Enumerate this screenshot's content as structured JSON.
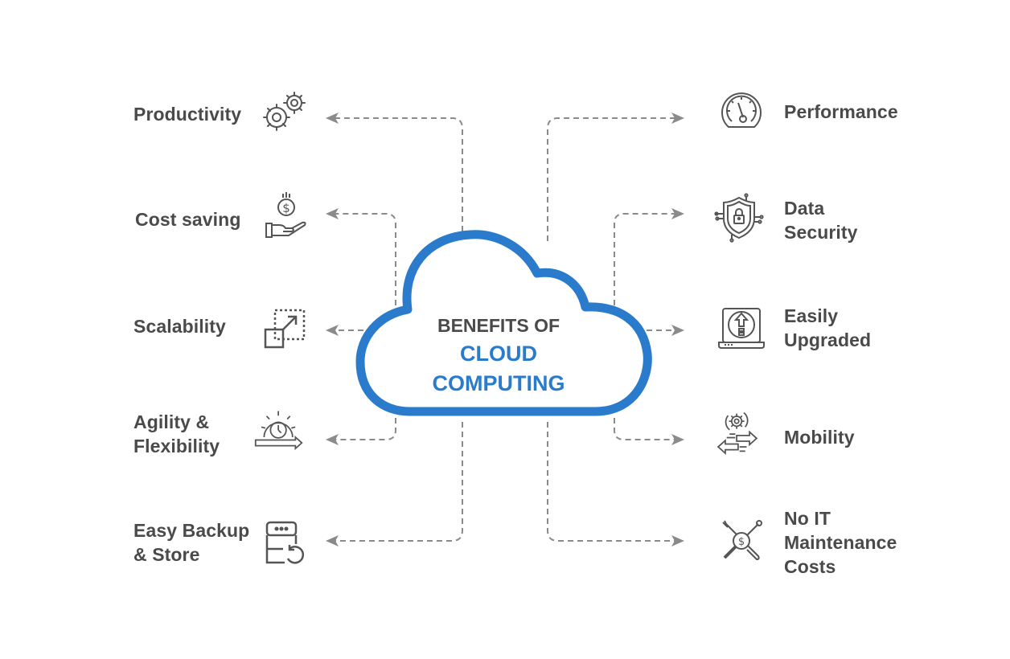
{
  "title": {
    "line1": "BENEFITS OF",
    "line2": "CLOUD",
    "line3": "COMPUTING"
  },
  "colors": {
    "accent": "#2a7bcc",
    "text": "#4a4a4a",
    "connector": "#8a8a8a",
    "icon": "#555555"
  },
  "left_benefits": [
    {
      "lines": [
        "Productivity"
      ],
      "icon": "gears-icon"
    },
    {
      "lines": [
        "Cost saving"
      ],
      "icon": "hand-coin-icon"
    },
    {
      "lines": [
        "Scalability"
      ],
      "icon": "resize-arrow-icon"
    },
    {
      "lines": [
        "Agility &",
        "Flexibility"
      ],
      "icon": "clock-gear-arrow-icon"
    },
    {
      "lines": [
        "Easy Backup",
        "& Store"
      ],
      "icon": "server-restore-icon"
    }
  ],
  "right_benefits": [
    {
      "lines": [
        "Performance"
      ],
      "icon": "speedometer-icon"
    },
    {
      "lines": [
        "Data",
        "Security"
      ],
      "icon": "shield-lock-icon"
    },
    {
      "lines": [
        "Easily",
        "Upgraded"
      ],
      "icon": "laptop-upgrade-icon"
    },
    {
      "lines": [
        "Mobility"
      ],
      "icon": "gear-transfer-icon"
    },
    {
      "lines": [
        "No IT",
        "Maintenance",
        "Costs"
      ],
      "icon": "tools-dollar-icon"
    }
  ]
}
